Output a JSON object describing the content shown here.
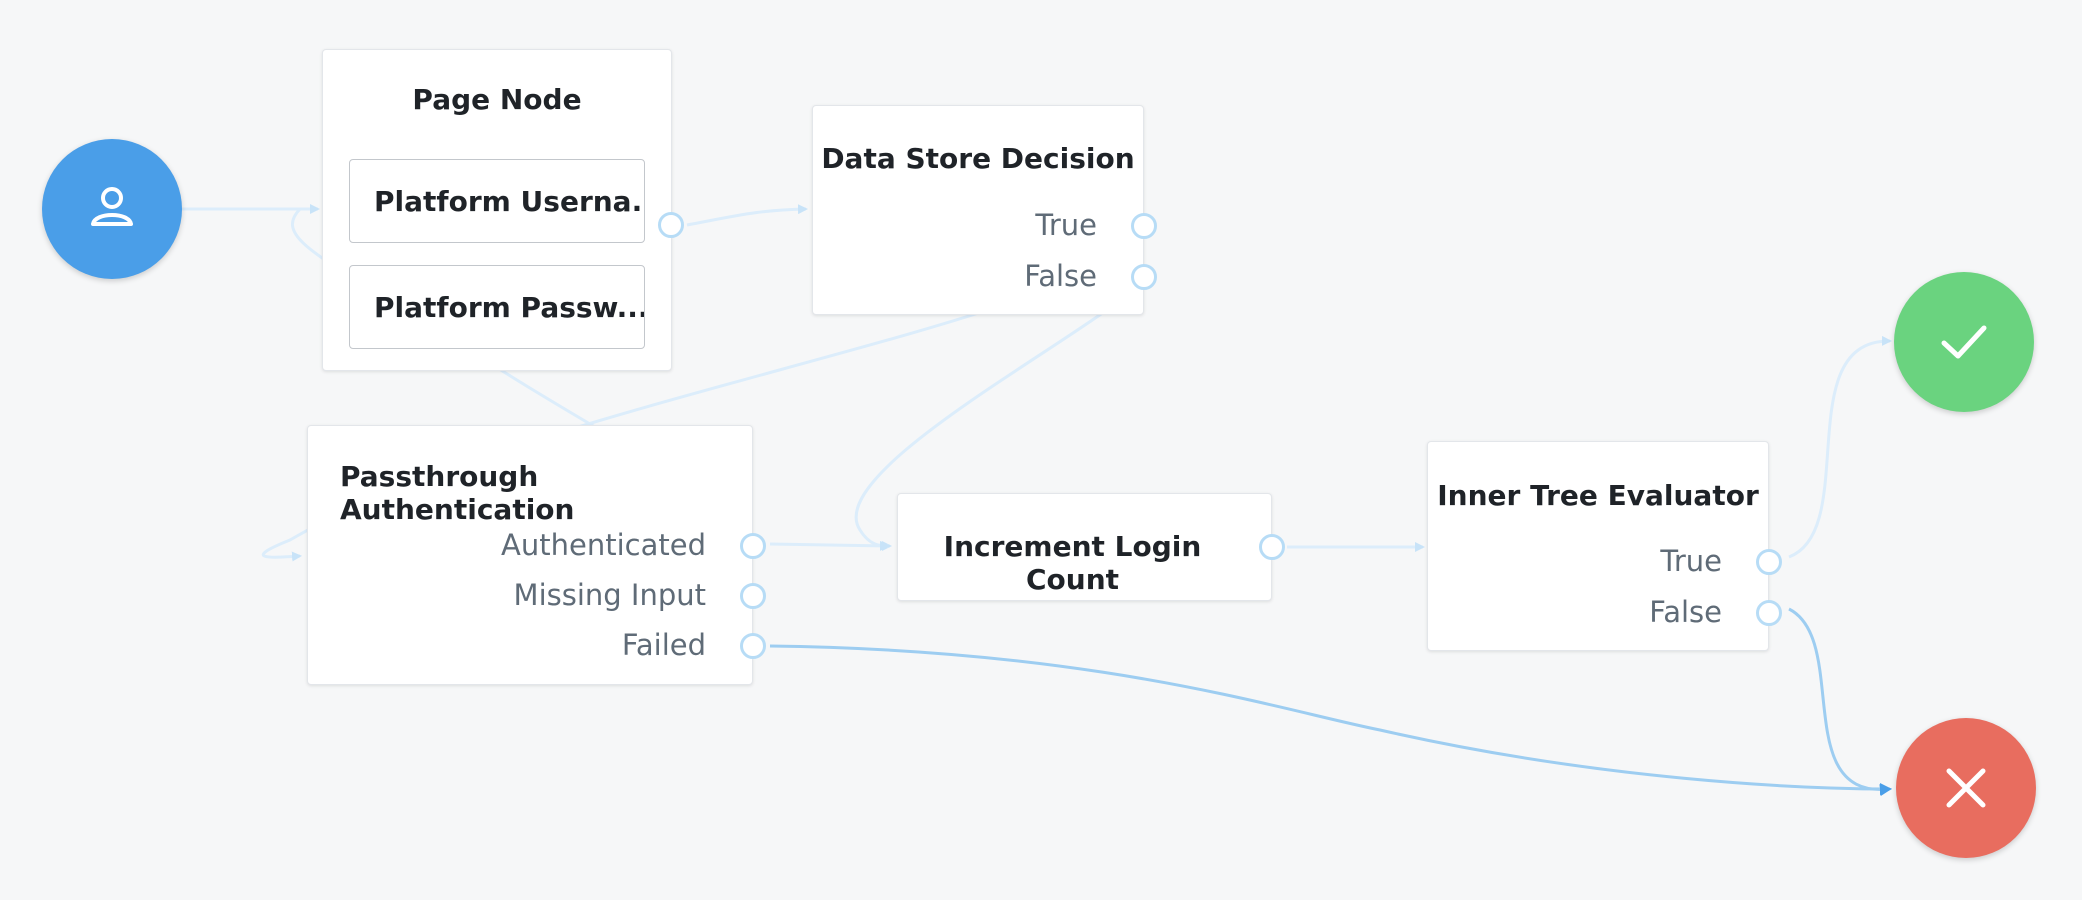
{
  "colors": {
    "background": "#f6f7f8",
    "start": "#4a9ee8",
    "success": "#6ad37f",
    "failure": "#e86d5f",
    "edge_faint": "#dcedfb",
    "edge_strong": "#9dcdf1"
  },
  "nodes": {
    "start": {
      "icon": "person-icon"
    },
    "success": {
      "icon": "checkmark-icon"
    },
    "failure": {
      "icon": "close-icon"
    },
    "page_node": {
      "title": "Page Node",
      "children": [
        "Platform Userna...",
        "Platform Passw..."
      ]
    },
    "data_store_decision": {
      "title": "Data Store Decision",
      "outcomes": [
        "True",
        "False"
      ]
    },
    "passthrough_authentication": {
      "title": "Passthrough Authentication",
      "outcomes": [
        "Authenticated",
        "Missing Input",
        "Failed"
      ]
    },
    "increment_login_count": {
      "title": "Increment Login Count"
    },
    "inner_tree_evaluator": {
      "title": "Inner Tree Evaluator",
      "outcomes": [
        "True",
        "False"
      ]
    }
  }
}
